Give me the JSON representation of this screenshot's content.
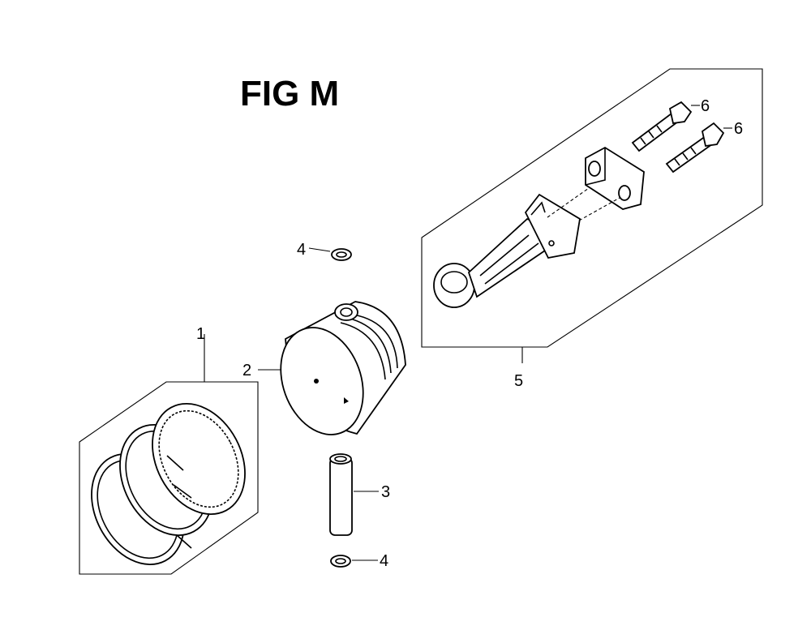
{
  "figure": {
    "title": "FIG M"
  },
  "callouts": {
    "piston_ring_set": "1",
    "piston": "2",
    "piston_pin": "3",
    "pin_clip_top": "4",
    "pin_clip_bottom": "4",
    "connecting_rod_assembly": "5",
    "rod_bolt_1": "6",
    "rod_bolt_2": "6"
  }
}
